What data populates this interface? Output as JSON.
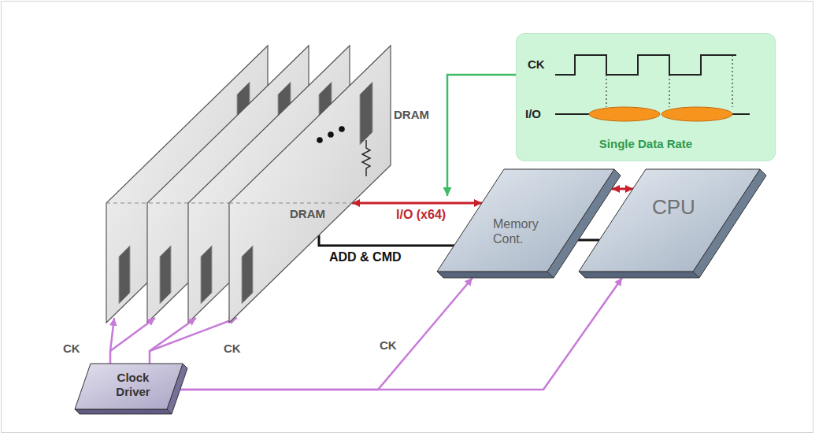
{
  "diagram": {
    "nodes": [
      {
        "text": [
          "DRAM",
          "DRAM"
        ]
      },
      {
        "text": [
          "CK",
          "I/O",
          "Single Data Rate"
        ]
      },
      {
        "text": [
          "Memory Cont."
        ]
      },
      {
        "text": [
          "CPU"
        ]
      },
      {
        "text": [
          "Clock Driver"
        ]
      }
    ],
    "edges": [
      {
        "from": 0,
        "to": 2,
        "label": "I/O (x64)",
        "arrow": "both"
      },
      {
        "from": 0,
        "to": 2,
        "label": "ADD & CMD",
        "arrow": "none"
      },
      {
        "from": 2,
        "to": 3,
        "arrow": "both"
      },
      {
        "from": 2,
        "to": 3,
        "arrow": "none"
      },
      {
        "from": 4,
        "to": 2,
        "label": "CK",
        "arrow": "to"
      },
      {
        "from": 4,
        "to": 3,
        "arrow": "to"
      }
    ],
    "labels": [
      "CK",
      "CK"
    ]
  }
}
